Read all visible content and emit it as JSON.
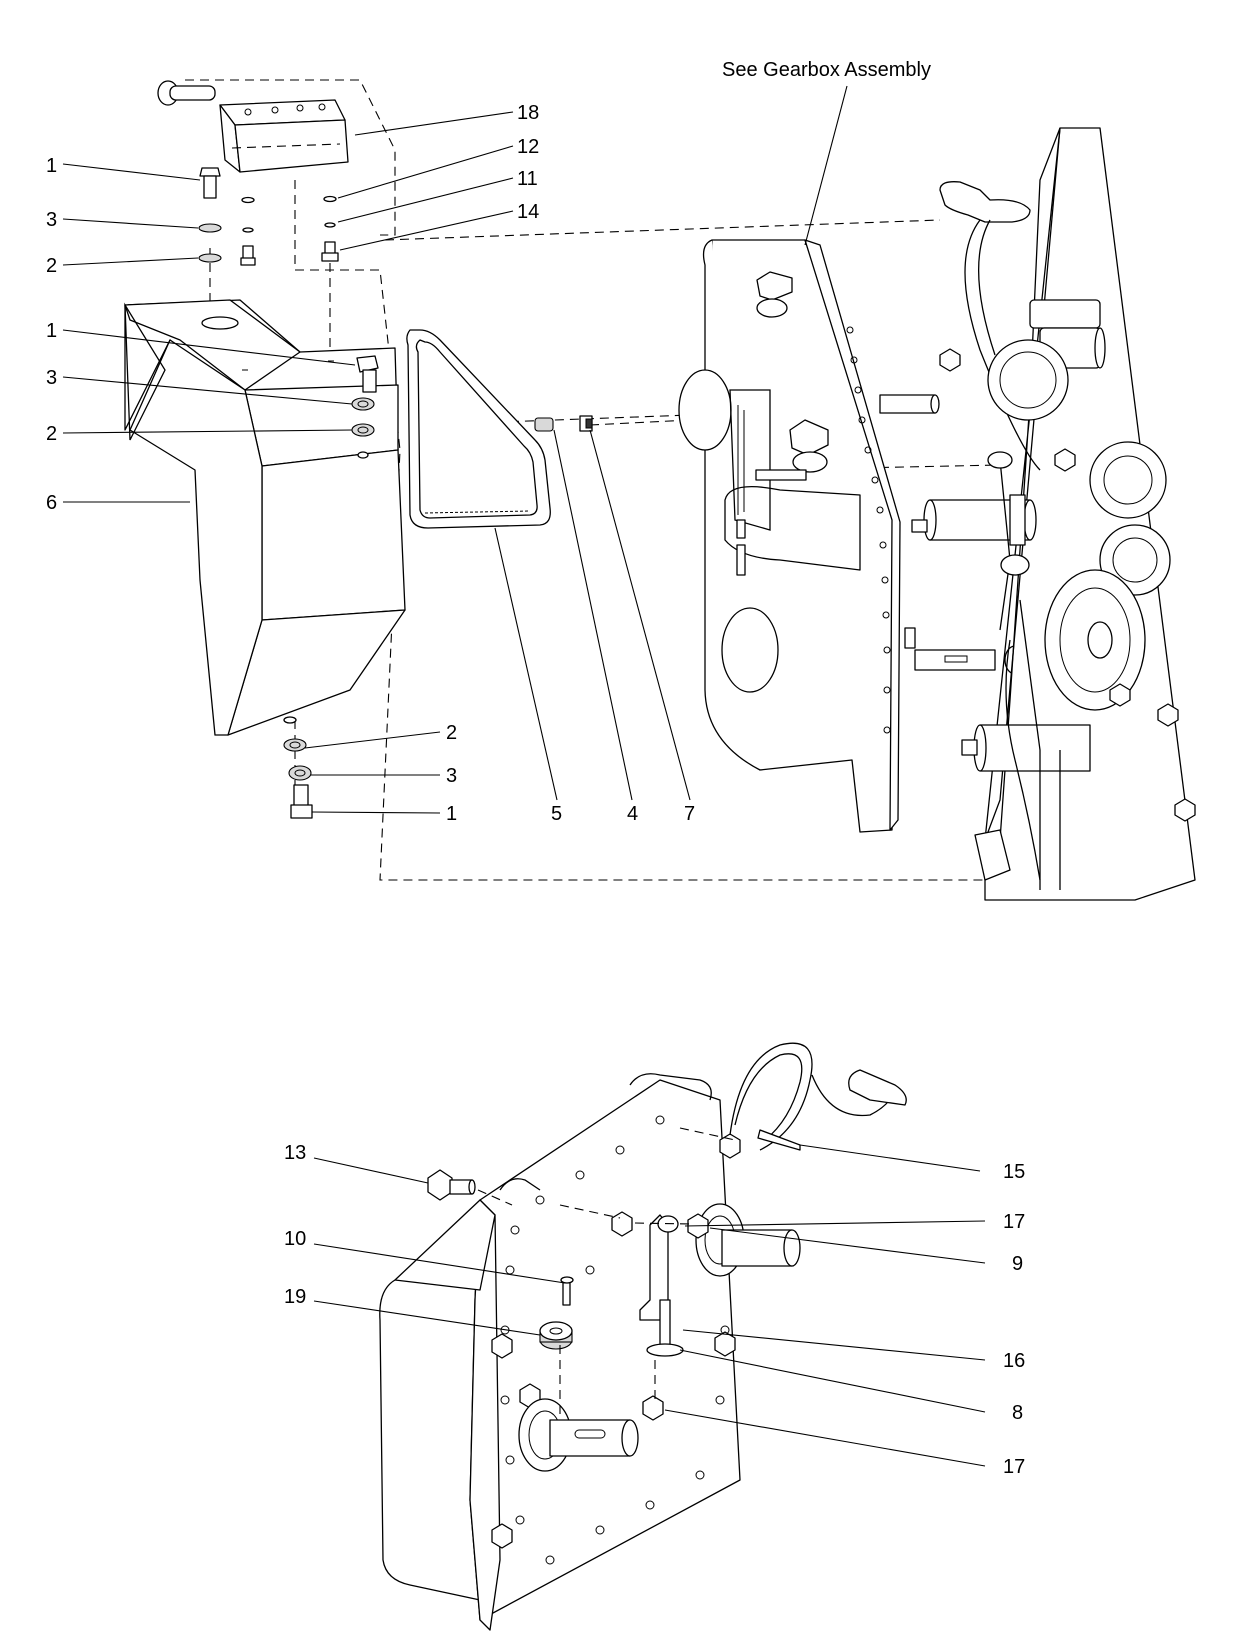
{
  "diagram": {
    "note": "See Gearbox Assembly",
    "callouts": {
      "c18": "18",
      "c12": "12",
      "c11": "11",
      "c14": "14",
      "c1a": "1",
      "c3a": "3",
      "c2a": "2",
      "c1b": "1",
      "c3b": "3",
      "c2b": "2",
      "c6": "6",
      "c2c": "2",
      "c3c": "3",
      "c1c": "1",
      "c5": "5",
      "c4": "4",
      "c7": "7",
      "c13": "13",
      "c10": "10",
      "c19": "19",
      "c15": "15",
      "c17a": "17",
      "c9": "9",
      "c16": "16",
      "c8": "8",
      "c17b": "17"
    }
  }
}
